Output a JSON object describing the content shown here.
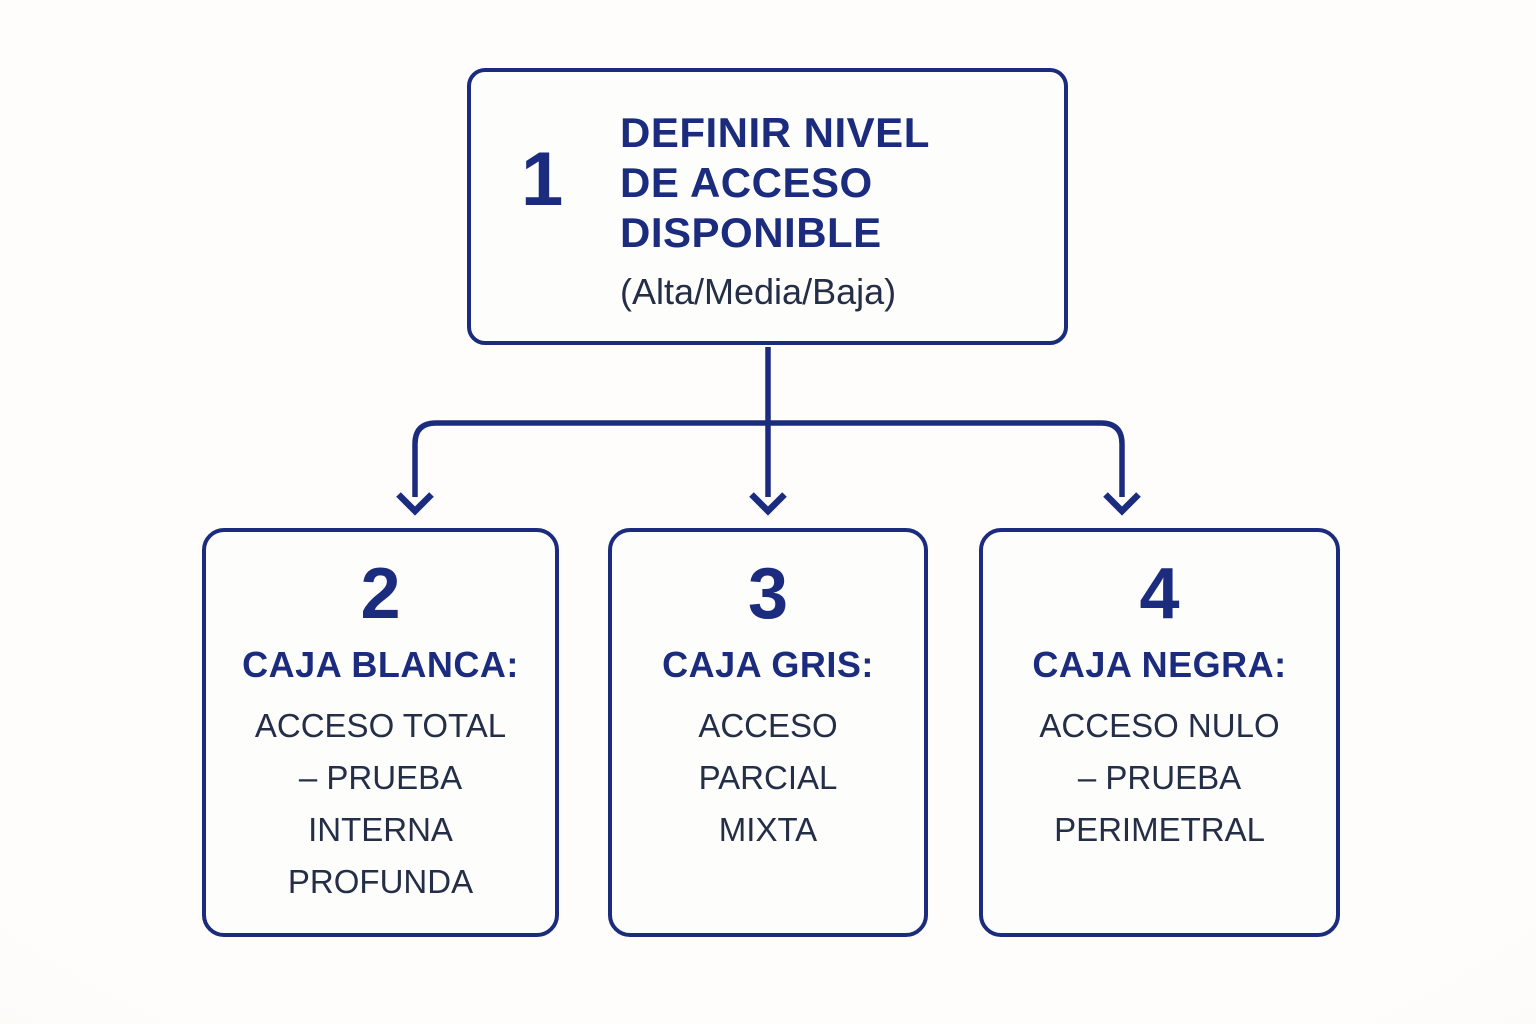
{
  "colors": {
    "navy": "#1b2b7d",
    "slate": "#242e47",
    "box_bg": "#fdfdfc",
    "canvas_center": "#fefdfc",
    "canvas_edge": "#f6efe2"
  },
  "root": {
    "number": "1",
    "title_lines": [
      "DEFINIR NIVEL",
      "DE ACCESO",
      "DISPONIBLE"
    ],
    "subtitle": "(Alta/Media/Baja)"
  },
  "children": [
    {
      "number": "2",
      "title": "CAJA BLANCA:",
      "lines": [
        "ACCESO TOTAL",
        "– PRUEBA",
        "INTERNA",
        "PROFUNDA"
      ]
    },
    {
      "number": "3",
      "title": "CAJA GRIS:",
      "lines": [
        "ACCESO",
        "PARCIAL",
        "MIXTA"
      ]
    },
    {
      "number": "4",
      "title": "CAJA NEGRA:",
      "lines": [
        "ACCESO NULO",
        "– PRUEBA",
        "PERIMETRAL"
      ]
    }
  ]
}
